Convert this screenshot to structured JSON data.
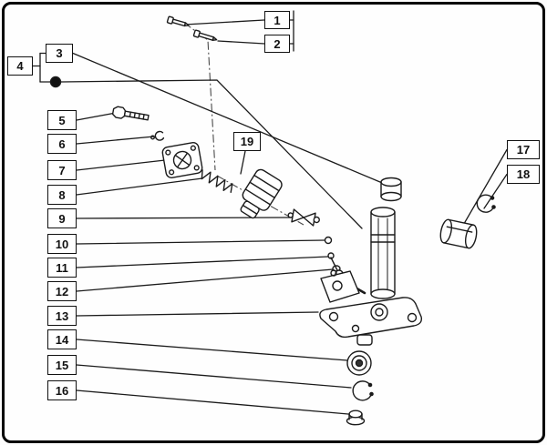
{
  "diagram": {
    "type": "exploded-parts-diagram",
    "background_color": "#ffffff",
    "frame_border_color": "#000000",
    "line_color": "#1b1b1b",
    "parts": [
      {
        "label": "1"
      },
      {
        "label": "2"
      },
      {
        "label": "3"
      },
      {
        "label": "4"
      },
      {
        "label": "5"
      },
      {
        "label": "6"
      },
      {
        "label": "7"
      },
      {
        "label": "8"
      },
      {
        "label": "9"
      },
      {
        "label": "10"
      },
      {
        "label": "11"
      },
      {
        "label": "12"
      },
      {
        "label": "13"
      },
      {
        "label": "14"
      },
      {
        "label": "15"
      },
      {
        "label": "16"
      },
      {
        "label": "17"
      },
      {
        "label": "18"
      },
      {
        "label": "19"
      }
    ]
  }
}
